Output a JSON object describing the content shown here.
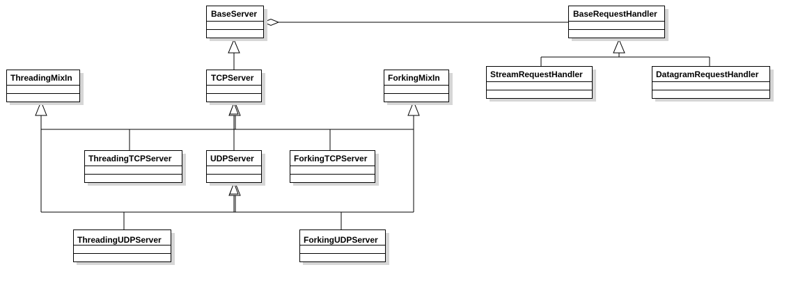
{
  "classes": {
    "base_server": "BaseServer",
    "base_request_handler": "BaseRequestHandler",
    "threading_mixin": "ThreadingMixIn",
    "tcp_server": "TCPServer",
    "forking_mixin": "ForkingMixIn",
    "stream_request_handler": "StreamRequestHandler",
    "datagram_request_handler": "DatagramRequestHandler",
    "threading_tcp_server": "ThreadingTCPServer",
    "udp_server": "UDPServer",
    "forking_tcp_server": "ForkingTCPServer",
    "threading_udp_server": "ThreadingUDPServer",
    "forking_udp_server": "ForkingUDPServer"
  }
}
